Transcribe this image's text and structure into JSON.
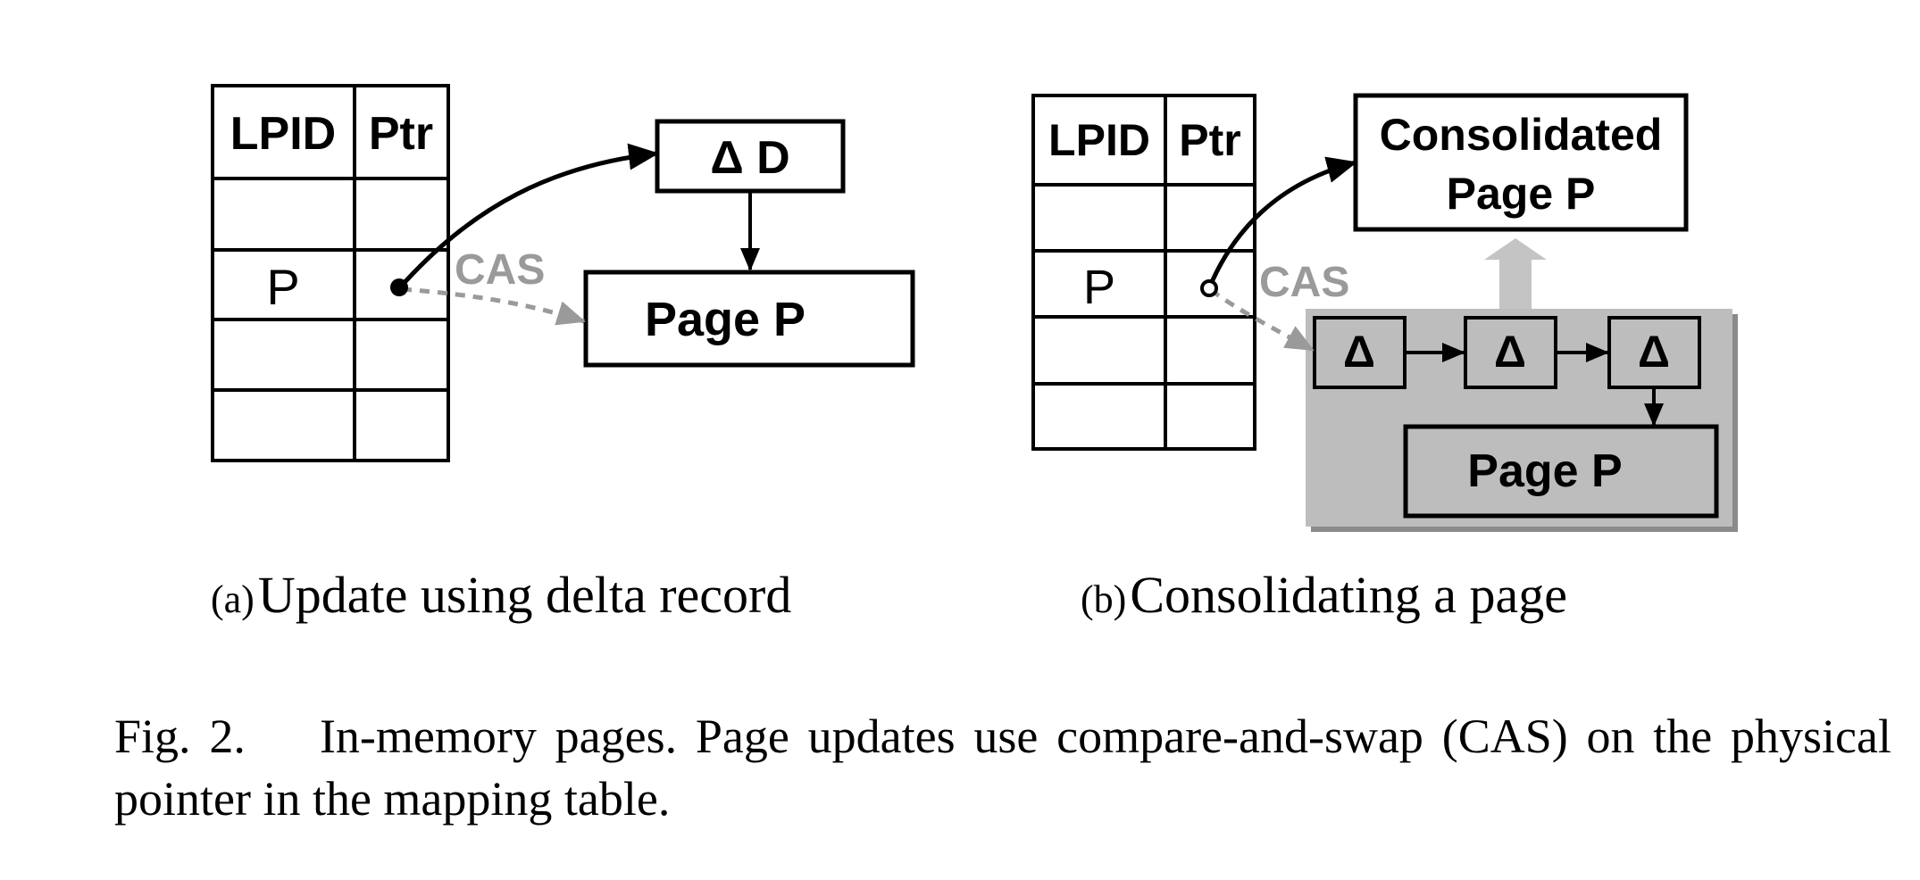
{
  "figure_number": "Fig. 2.",
  "caption": "In-memory pages. Page updates use compare-and-swap (CAS) on the physical pointer in the mapping table.",
  "panel_a": {
    "tag": "(a)",
    "title": "Update using delta record",
    "table_header": {
      "col1": "LPID",
      "col2": "Ptr"
    },
    "row_label": "P",
    "delta_label": "Δ D",
    "page_label": "Page P",
    "cas_label": "CAS"
  },
  "panel_b": {
    "tag": "(b)",
    "title": "Consolidating a page",
    "table_header": {
      "col1": "LPID",
      "col2": "Ptr"
    },
    "row_label": "P",
    "consolidated_line1": "Consolidated",
    "consolidated_line2": "Page P",
    "delta_labels": [
      "Δ",
      "Δ",
      "Δ"
    ],
    "page_label": "Page P",
    "cas_label": "CAS"
  },
  "colors": {
    "ink": "#000000",
    "cas_gray": "#9a9a9a",
    "chain_fill": "#bdbdbd",
    "up_arrow": "#c4c4c4"
  }
}
